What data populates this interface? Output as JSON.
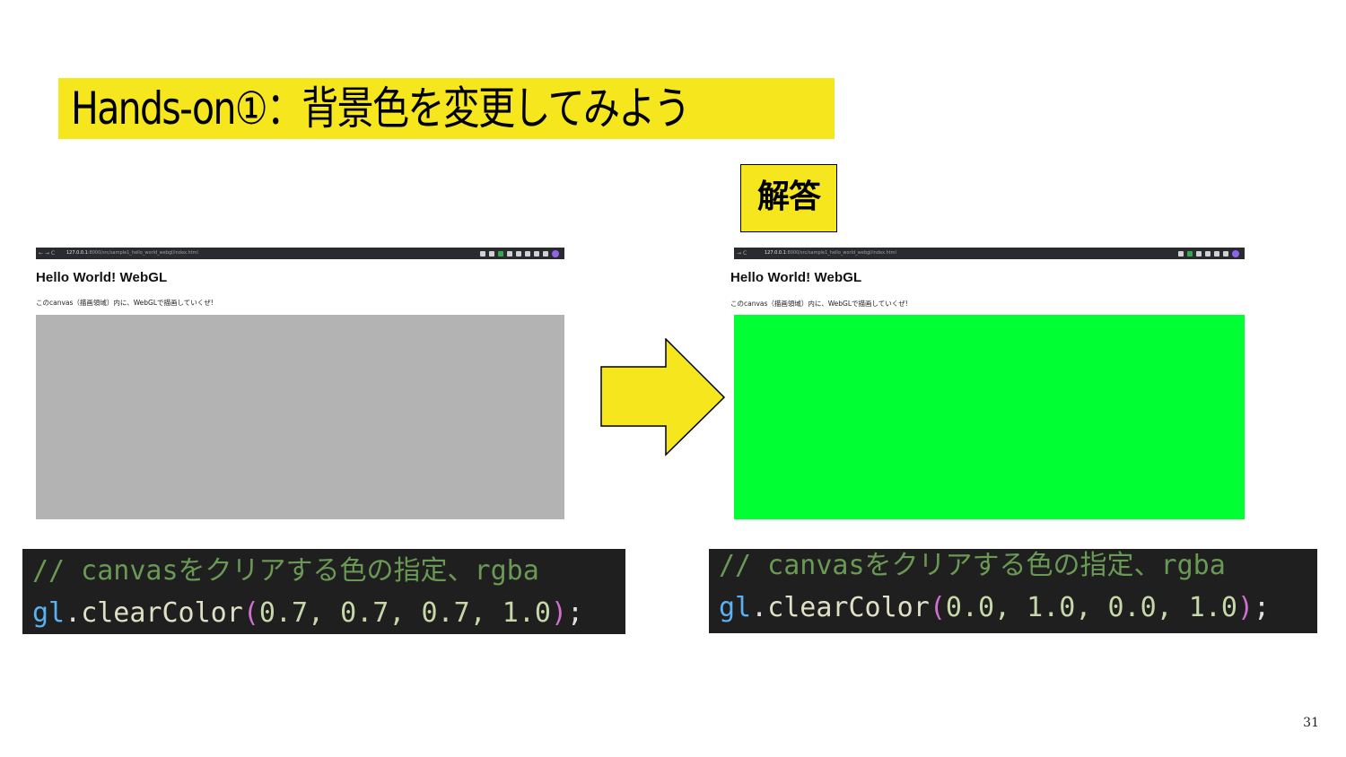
{
  "slide": {
    "title": "Hands-on①：背景色を変更してみよう",
    "answer_label": "解答",
    "page_number": "31"
  },
  "before": {
    "browser": {
      "url_host": "127.0.0.1",
      "url_path": ":8000/src/sample1_hello_world_webgl/index.html"
    },
    "page_heading": "Hello World! WebGL",
    "page_text": "このcanvas（描画領域）内に、WebGLで描画していくぜ!",
    "canvas_color": "#b3b3b3",
    "code": {
      "comment": "// canvasをクリアする色の指定、rgba",
      "object": "gl",
      "dot": ".",
      "method": "clearColor",
      "open": "(",
      "args": "0.7, 0.7, 0.7, 1.0",
      "close": ")",
      "semicolon": ";"
    }
  },
  "after": {
    "browser": {
      "url_host": "127.0.0.1",
      "url_path": ":8000/src/sample1_hello_world_webgl/index.html"
    },
    "page_heading": "Hello World! WebGL",
    "page_text": "このcanvas（描画領域）内に、WebGLで描画していくぜ!",
    "canvas_color": "#00ff33",
    "code": {
      "comment": "// canvasをクリアする色の指定、rgba",
      "object": "gl",
      "dot": ".",
      "method": "clearColor",
      "open": "(",
      "args": "0.0, 1.0, 0.0, 1.0",
      "close": ")",
      "semicolon": ";"
    }
  },
  "colors": {
    "highlight_yellow": "#f6e61e",
    "code_background": "#1f1f1f"
  },
  "icons": [
    "arrow-right-icon",
    "back-icon",
    "forward-icon",
    "reload-icon"
  ]
}
